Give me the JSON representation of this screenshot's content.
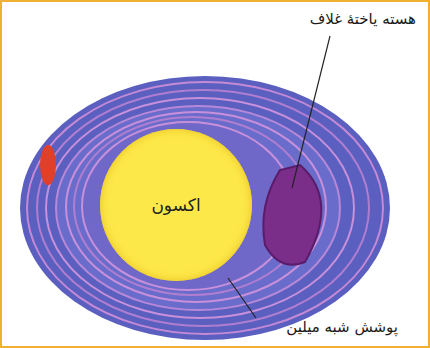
{
  "diagram": {
    "nodes": [
      {
        "text": [
          "اکسون"
        ]
      }
    ],
    "labels": [
      "هسته یاختهٔ غلاف",
      "پوشش شبه میلین"
    ]
  }
}
